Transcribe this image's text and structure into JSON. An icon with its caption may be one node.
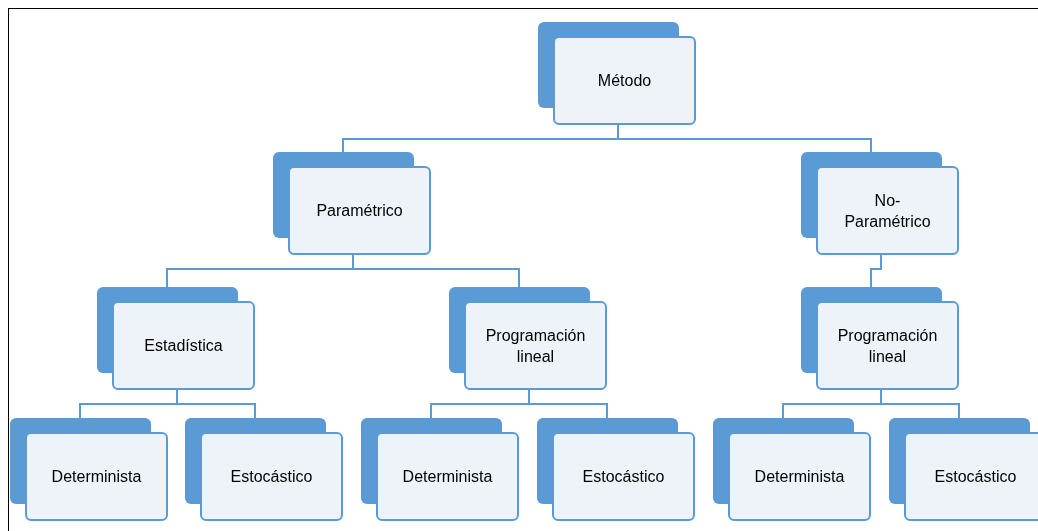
{
  "diagram": {
    "nodes": [
      {
        "text": [
          "Método"
        ]
      },
      {
        "text": [
          "Paramétrico"
        ]
      },
      {
        "text": [
          "No-Paramétrico"
        ]
      },
      {
        "text": [
          "Estadística"
        ]
      },
      {
        "text": [
          "Programación lineal"
        ]
      },
      {
        "text": [
          "Programación lineal"
        ]
      },
      {
        "text": [
          "Determinista"
        ]
      },
      {
        "text": [
          "Estocástico"
        ]
      },
      {
        "text": [
          "Determinista"
        ]
      },
      {
        "text": [
          "Estocástico"
        ]
      },
      {
        "text": [
          "Determinista"
        ]
      },
      {
        "text": [
          "Estocástico"
        ]
      }
    ],
    "edges": [
      {
        "from": 0,
        "to": 1,
        "arrow": "none"
      },
      {
        "from": 0,
        "to": 2,
        "arrow": "none"
      },
      {
        "from": 1,
        "to": 3,
        "arrow": "none"
      },
      {
        "from": 1,
        "to": 4,
        "arrow": "none"
      },
      {
        "from": 2,
        "to": 5,
        "arrow": "none"
      },
      {
        "from": 3,
        "to": 6,
        "arrow": "none"
      },
      {
        "from": 3,
        "to": 7,
        "arrow": "none"
      },
      {
        "from": 4,
        "to": 8,
        "arrow": "none"
      },
      {
        "from": 4,
        "to": 9,
        "arrow": "none"
      },
      {
        "from": 5,
        "to": 10,
        "arrow": "none"
      },
      {
        "from": 5,
        "to": 11,
        "arrow": "none"
      }
    ]
  }
}
